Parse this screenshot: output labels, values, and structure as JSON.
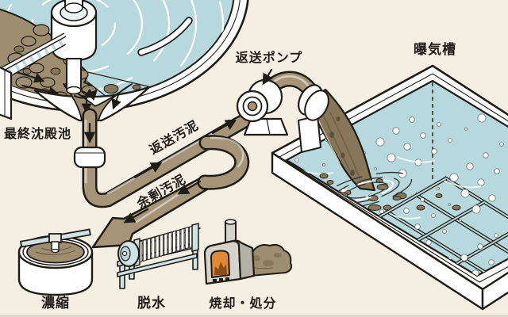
{
  "labels": {
    "final_sedimentation_basin": "最終沈殿池",
    "return_pump": "返送ポンプ",
    "aeration_tank": "曝気槽",
    "return_sludge": "返送汚泥",
    "surplus_sludge": "余剰汚泥",
    "thickening": "濃縮",
    "dewatering": "脱水",
    "incineration_disposal": "焼却・処分"
  },
  "colors": {
    "background": "#f4efe2",
    "outline": "#1f1c17",
    "white": "#ffffff",
    "water_blue": "#b7d8dd",
    "pipe_brown": "#a59477",
    "sludge_brown": "#9e8e71",
    "sludge_dark": "#87775a",
    "sludge_darker": "#6e5f45",
    "machine_blue": "#cfe2e4",
    "metal_gray": "#d6d3ca",
    "metal_gray_dark": "#b4b1a7",
    "flame_orange": "#e08a36"
  }
}
